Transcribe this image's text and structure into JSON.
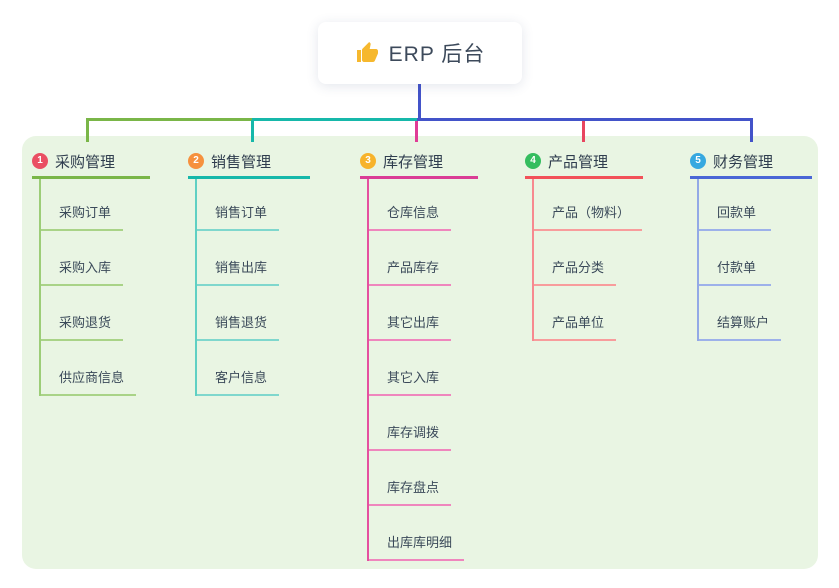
{
  "root": {
    "label": "ERP 后台",
    "icon": "thumbs-up"
  },
  "branches": [
    {
      "badge": "1",
      "label": "采购管理",
      "badge_color": "#ea4f63",
      "line_color": "#7ab648",
      "stem_color": "#9ccd77",
      "child_line_color": "#a9d387",
      "drop_color": "#7ab648",
      "children": [
        "采购订单",
        "采购入库",
        "采购退货",
        "供应商信息"
      ]
    },
    {
      "badge": "2",
      "label": "销售管理",
      "badge_color": "#f6913e",
      "line_color": "#16b8aa",
      "stem_color": "#5fd0c3",
      "child_line_color": "#7fd7cd",
      "drop_color": "#16b8aa",
      "children": [
        "销售订单",
        "销售出库",
        "销售退货",
        "客户信息"
      ]
    },
    {
      "badge": "3",
      "label": "库存管理",
      "badge_color": "#f7b32b",
      "line_color": "#da3d95",
      "stem_color": "#e5509f",
      "child_line_color": "#ef86bd",
      "drop_color": "#e03c96",
      "children": [
        "仓库信息",
        "产品库存",
        "其它出库",
        "其它入库",
        "库存调拨",
        "库存盘点",
        "出库库明细"
      ]
    },
    {
      "badge": "4",
      "label": "产品管理",
      "badge_color": "#35bd5f",
      "line_color": "#f25159",
      "stem_color": "#f7898f",
      "child_line_color": "#f89c9c",
      "drop_color": "#e8455f",
      "children": [
        "产品（物料）",
        "产品分类",
        "产品单位"
      ]
    },
    {
      "badge": "5",
      "label": "财务管理",
      "badge_color": "#36a8e0",
      "line_color": "#4a66d6",
      "stem_color": "#93a9e6",
      "child_line_color": "#9db1ea",
      "drop_color": "#4353c9",
      "children": [
        "回款单",
        "付款单",
        "结算账户"
      ]
    }
  ],
  "connectors": {
    "root_color": "#4353c9",
    "segment_1_color": "#7ab648",
    "segment_2_color": "#16b8aa",
    "segment_3_color": "#4353c9"
  },
  "colors": {
    "panel_bg": "#e9f5e3",
    "root_text": "#3d4a5b",
    "branch_text": "#2f3d4e",
    "child_text": "#3b4a5a",
    "thumb_icon": "#f6b82e"
  }
}
